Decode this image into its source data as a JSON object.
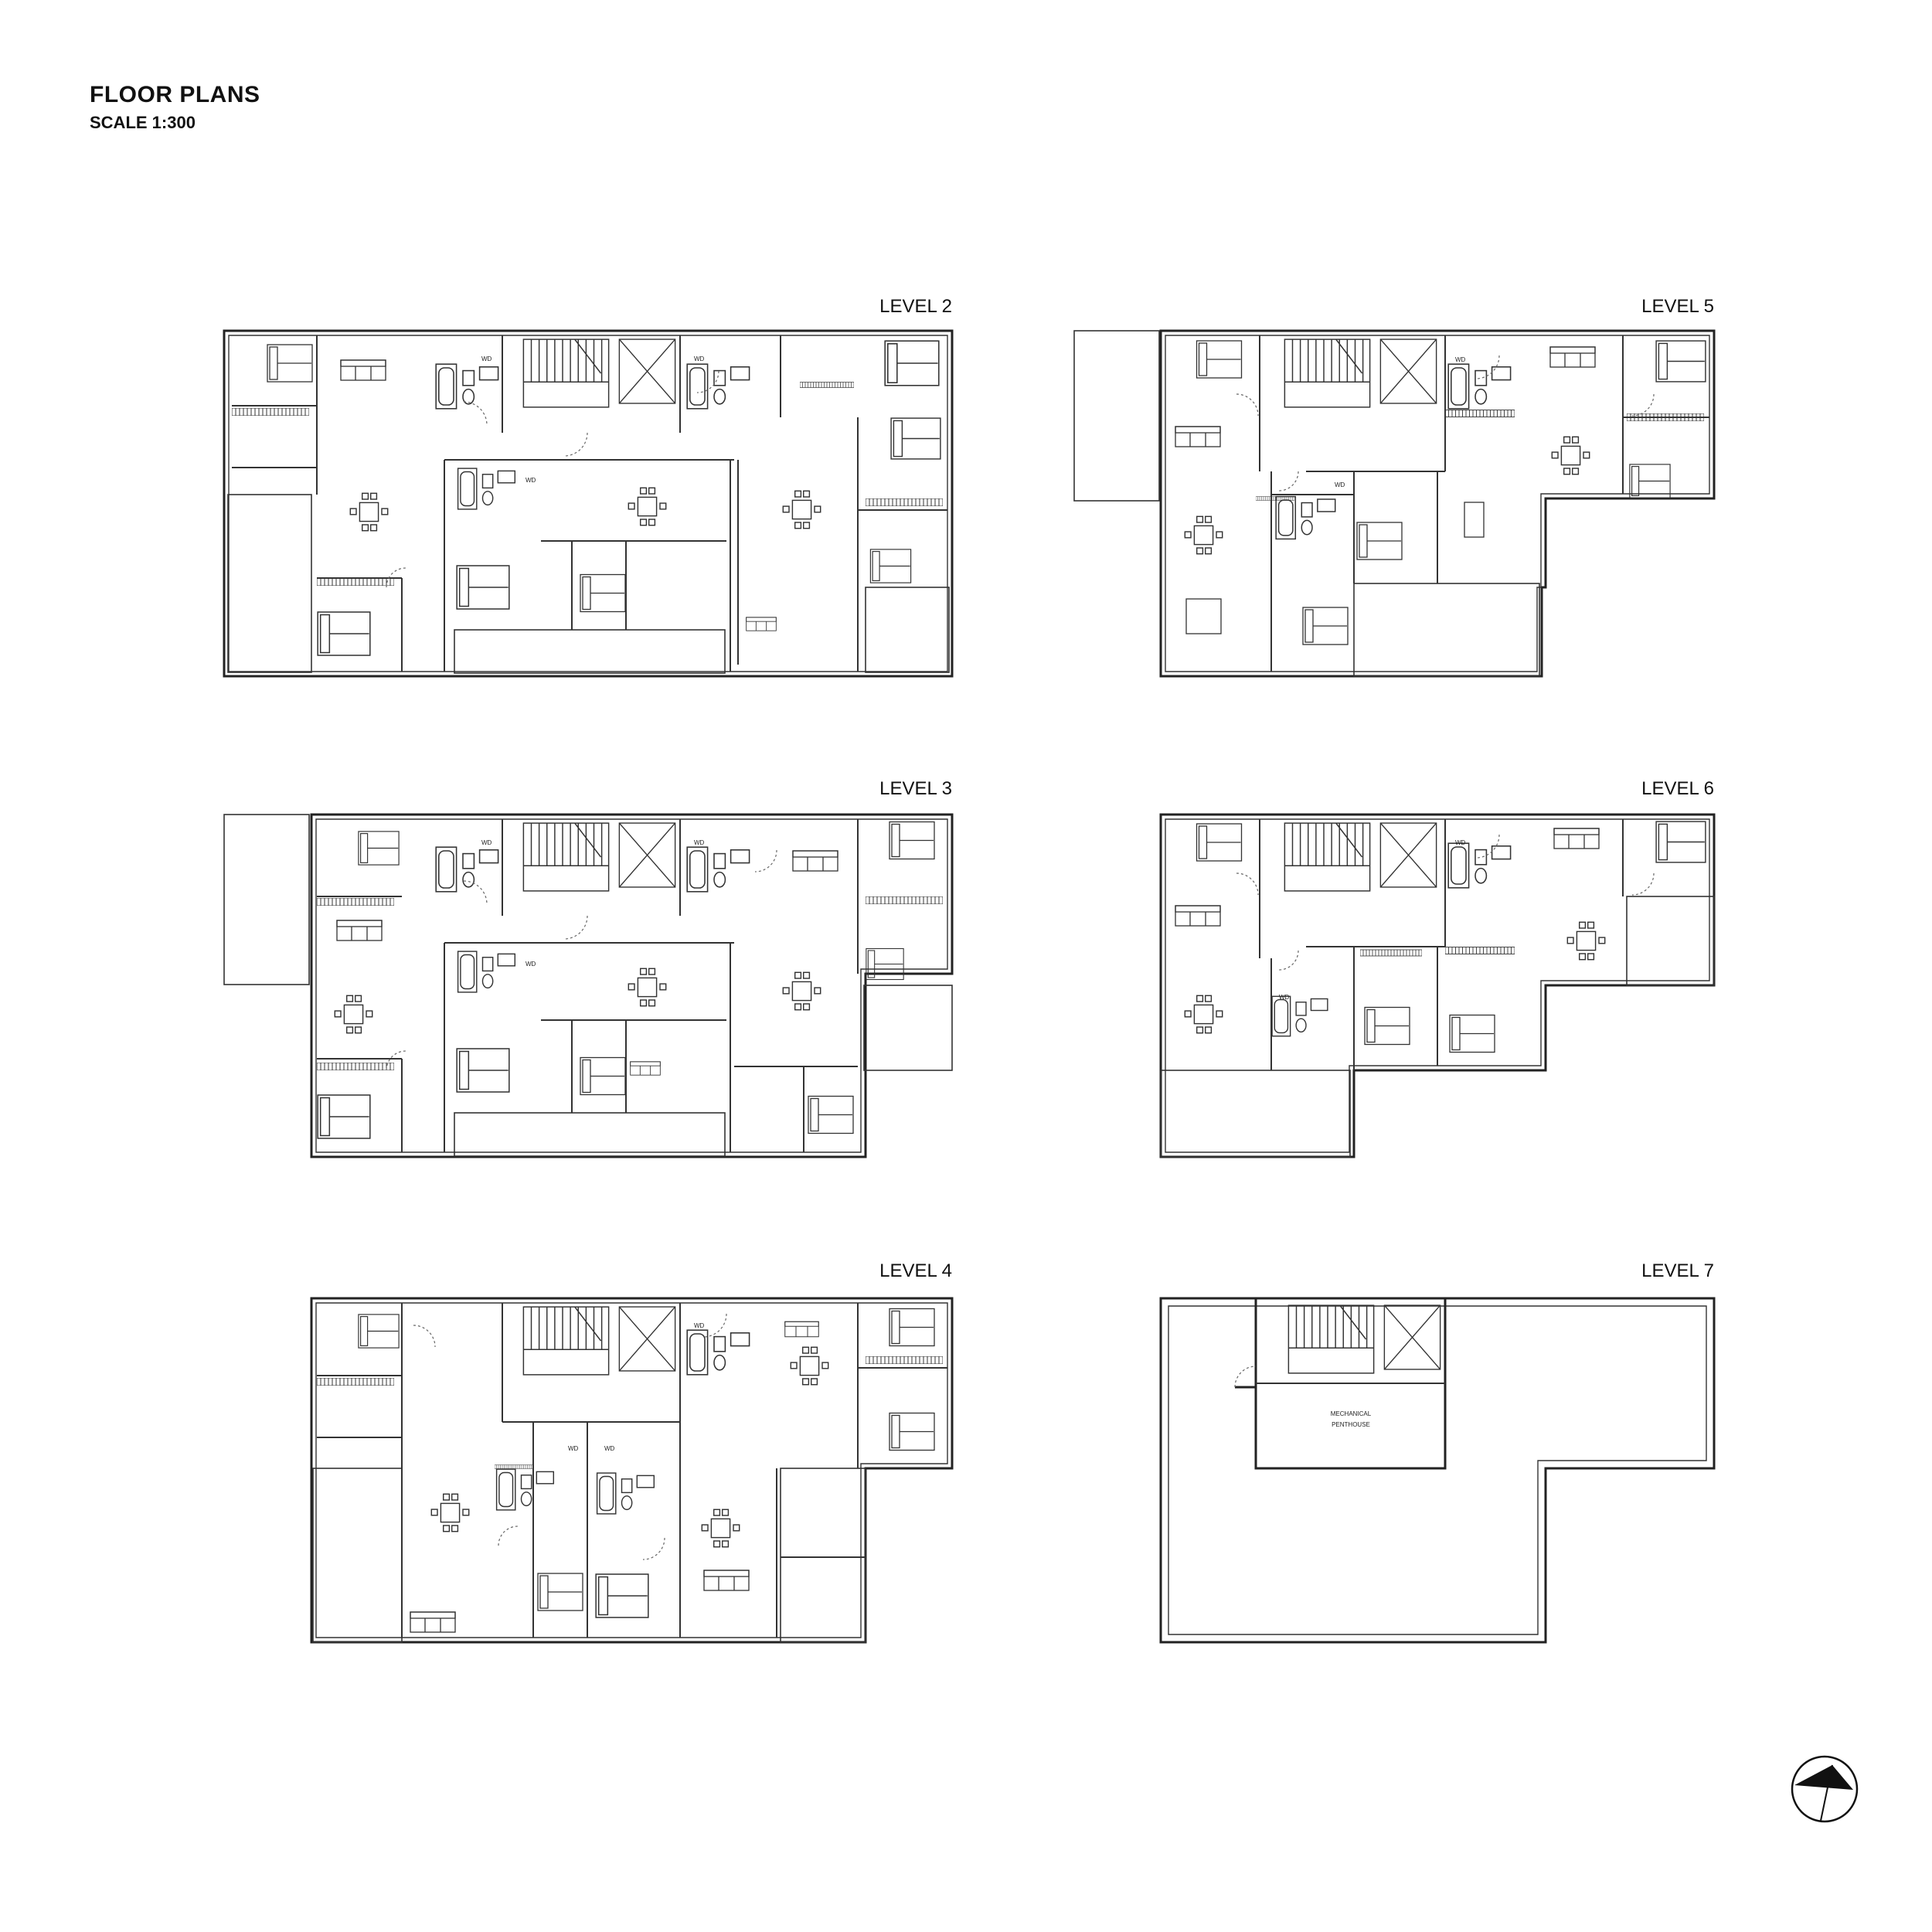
{
  "header": {
    "title": "FLOOR PLANS",
    "scale": "SCALE 1:300"
  },
  "levels": [
    {
      "label": "LEVEL 2"
    },
    {
      "label": "LEVEL 3"
    },
    {
      "label": "LEVEL 4"
    },
    {
      "label": "LEVEL 5"
    },
    {
      "label": "LEVEL 6"
    },
    {
      "label": "LEVEL 7"
    }
  ],
  "fixtures": {
    "wd": "WD"
  },
  "rooms": {
    "mech_line1": "MECHANICAL",
    "mech_line2": "PENTHOUSE"
  },
  "icons": [
    "north-arrow-icon"
  ]
}
